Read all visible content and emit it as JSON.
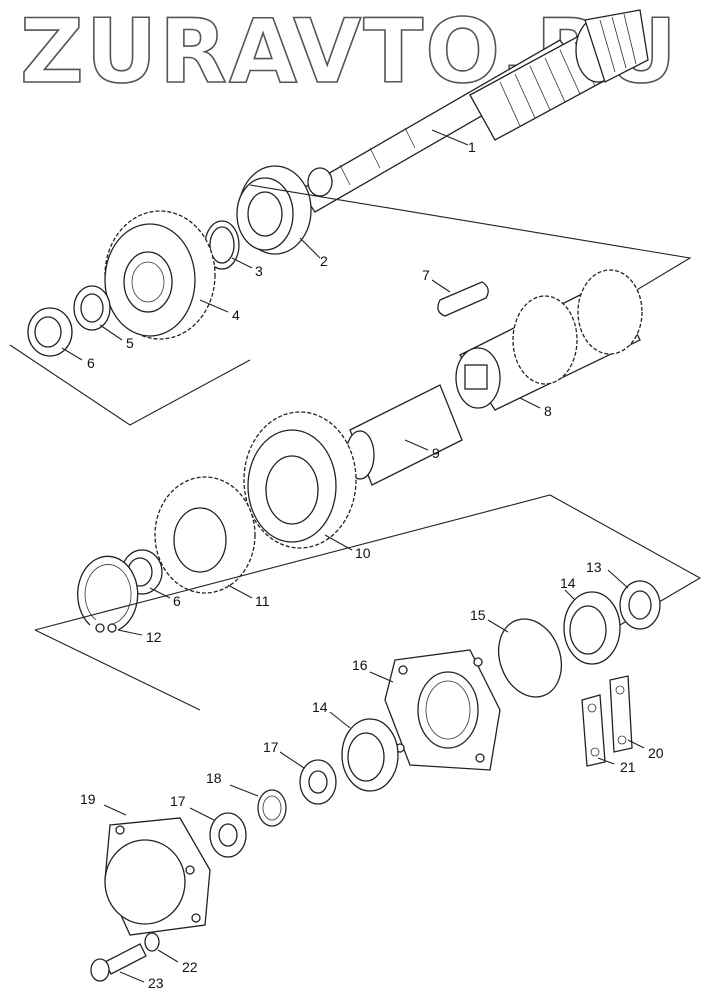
{
  "watermark": "ZURAVTO.RU",
  "callouts": [
    {
      "id": "c1",
      "text": "1"
    },
    {
      "id": "c2",
      "text": "2"
    },
    {
      "id": "c3",
      "text": "3"
    },
    {
      "id": "c4",
      "text": "4"
    },
    {
      "id": "c5",
      "text": "5"
    },
    {
      "id": "c6a",
      "text": "6"
    },
    {
      "id": "c7",
      "text": "7"
    },
    {
      "id": "c8",
      "text": "8"
    },
    {
      "id": "c9",
      "text": "9"
    },
    {
      "id": "c10",
      "text": "10"
    },
    {
      "id": "c11",
      "text": "11"
    },
    {
      "id": "c6b",
      "text": "6"
    },
    {
      "id": "c12",
      "text": "12"
    },
    {
      "id": "c13",
      "text": "13"
    },
    {
      "id": "c14a",
      "text": "14"
    },
    {
      "id": "c15",
      "text": "15"
    },
    {
      "id": "c16",
      "text": "16"
    },
    {
      "id": "c14b",
      "text": "14"
    },
    {
      "id": "c17a",
      "text": "17"
    },
    {
      "id": "c18",
      "text": "18"
    },
    {
      "id": "c17b",
      "text": "17"
    },
    {
      "id": "c19",
      "text": "19"
    },
    {
      "id": "c20",
      "text": "20"
    },
    {
      "id": "c21",
      "text": "21"
    },
    {
      "id": "c22",
      "text": "22"
    },
    {
      "id": "c23",
      "text": "23"
    }
  ]
}
